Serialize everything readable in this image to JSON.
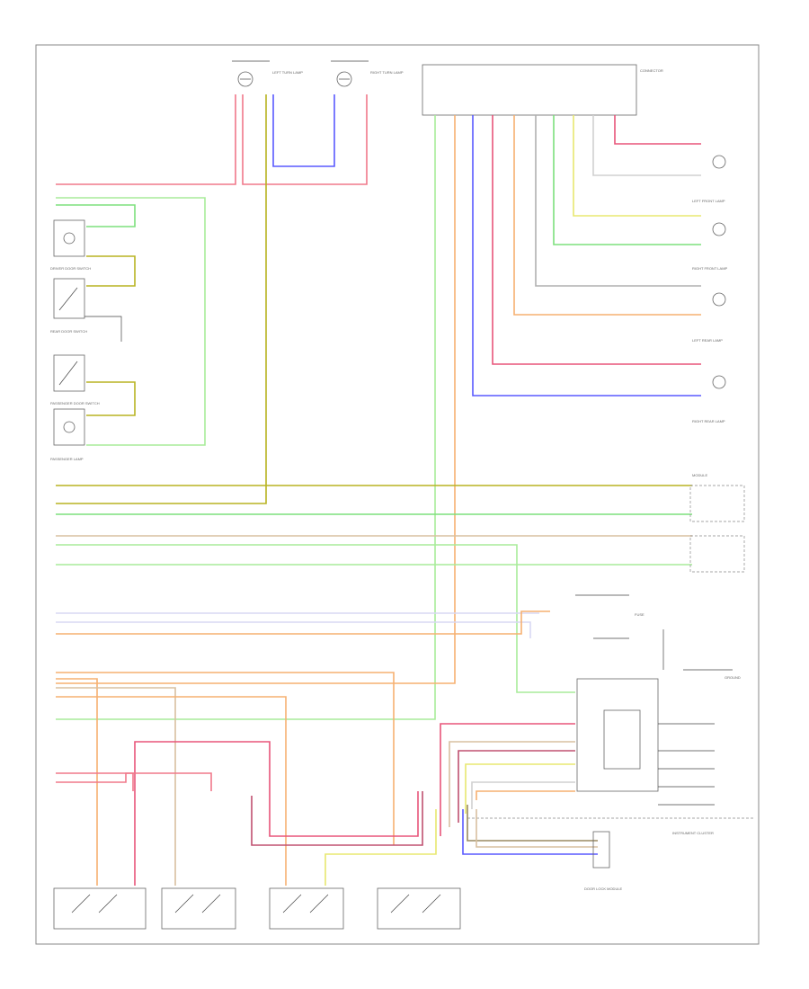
{
  "colors": {
    "red": "#f0788a",
    "pink": "#e8557a",
    "blue": "#5a5aff",
    "green": "#7de07d",
    "lightgreen": "#a8ec9a",
    "olive": "#b8b422",
    "yellow": "#e8e870",
    "orange": "#f6b071",
    "tan": "#d8c0a0",
    "gray": "#b0b0b0",
    "lavender": "#d8d8f4",
    "darkred": "#c05070",
    "brown": "#9a8a60"
  },
  "labels": {
    "left_turn_lamp": "LEFT TURN LAMP",
    "right_turn_lamp": "RIGHT TURN LAMP",
    "connector": "CONNECTOR",
    "driver_door_switch": "DRIVER DOOR SWITCH",
    "rear_door_switch": "REAR DOOR SWITCH",
    "passenger_door_switch": "PASSENGER DOOR SWITCH",
    "passenger_lamp": "PASSENGER LAMP",
    "left_front_lamp": "LEFT FRONT LAMP",
    "right_front_lamp": "RIGHT FRONT LAMP",
    "left_rear_lamp": "LEFT REAR LAMP",
    "right_rear_lamp": "RIGHT REAR LAMP",
    "module": "MODULE",
    "instrument_cluster": "INSTRUMENT CLUSTER",
    "door_lock_module": "DOOR LOCK MODULE",
    "fuse": "FUSE",
    "ground": "GROUND"
  }
}
